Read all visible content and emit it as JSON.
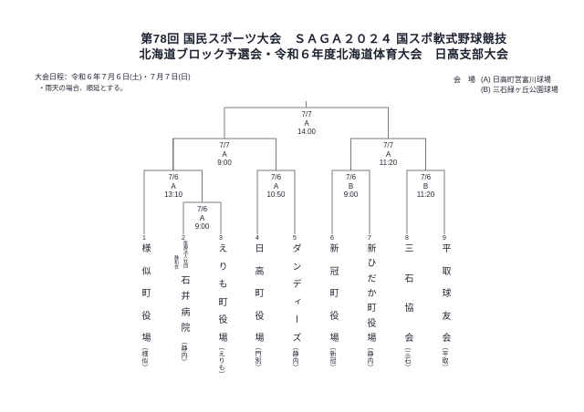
{
  "header": {
    "title_line1": "第78回 国民スポーツ大会　ＳＡＧＡ２０２４ 国スポ軟式野球競技",
    "title_line2": "北海道ブロック予選会・令和６年度北海道体育大会　日高支部大会"
  },
  "info": {
    "schedule_label": "大会日程：令和６年７月６日(土)・７月７日(日)",
    "schedule_note": "・雨天の場合、順延とする。",
    "venue_label": "会　場",
    "venue_a": "(A) 日高町営富川球場",
    "venue_b": "(B) 三石緑ヶ丘公園球場"
  },
  "bracket": {
    "matches": [
      {
        "round": "final",
        "date": "7/7",
        "venue": "A",
        "time": "14:00"
      },
      {
        "round": "semifinal-1",
        "date": "7/7",
        "venue": "A",
        "time": "9:00"
      },
      {
        "round": "semifinal-2",
        "date": "7/7",
        "venue": "A",
        "time": "11:20"
      },
      {
        "round": "quarterfinal-1",
        "date": "7/6",
        "venue": "A",
        "time": "13:10"
      },
      {
        "round": "quarterfinal-2",
        "date": "7/6",
        "venue": "A",
        "time": "10:50"
      },
      {
        "round": "quarterfinal-3",
        "date": "7/6",
        "venue": "B",
        "time": "9:00"
      },
      {
        "round": "quarterfinal-4",
        "date": "7/6",
        "venue": "B",
        "time": "11:20"
      },
      {
        "round": "first-round",
        "date": "7/6",
        "venue": "A",
        "time": "9:00"
      }
    ],
    "teams": [
      {
        "seed": "1",
        "name": "様似町役場",
        "location": "（様似）"
      },
      {
        "seed": "2",
        "org_line1": "医療法人社団",
        "org_line2": "静和会",
        "name": "石井病院",
        "location": "（静内）"
      },
      {
        "seed": "3",
        "name": "えりも町役場",
        "location": "（えりも）"
      },
      {
        "seed": "4",
        "name": "日高町役場",
        "location": "（門別）"
      },
      {
        "seed": "5",
        "name": "ダンディーズ",
        "location": "（静内）"
      },
      {
        "seed": "6",
        "name": "新冠町役場",
        "location": "（新冠）"
      },
      {
        "seed": "7",
        "name": "新ひだか町役場",
        "location": "（静内）"
      },
      {
        "seed": "8",
        "name": "三石協会",
        "location": "（三石）"
      },
      {
        "seed": "9",
        "name": "平取球友会",
        "location": "（平取）"
      }
    ]
  },
  "colors": {
    "text": "#1e2230",
    "line": "#7a7a7a",
    "background": "#ffffff"
  }
}
